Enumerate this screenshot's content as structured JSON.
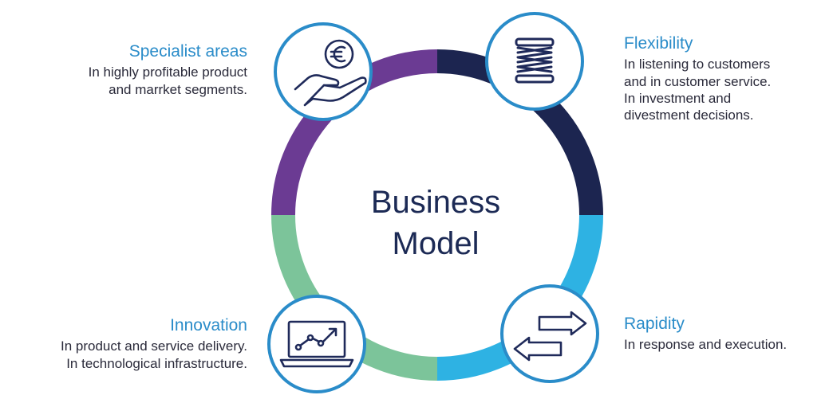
{
  "center": {
    "line1": "Business",
    "line2": "Model"
  },
  "segments": {
    "purple": "#6b3b93",
    "navy": "#1c2550",
    "cyan": "#2eb2e3",
    "green": "#7cc49a"
  },
  "icon_stroke": "#1f2a5a",
  "node_border": "#2a8cc9",
  "specialist": {
    "title": "Specialist areas",
    "lines": [
      "In highly profitable product",
      "and marrket segments."
    ],
    "icon": "hand-euro-icon"
  },
  "flexibility": {
    "title": "Flexibility",
    "lines": [
      "In listening to customers",
      "and in customer service.",
      "In investment and",
      "divestment decisions."
    ],
    "icon": "spring-icon"
  },
  "innovation": {
    "title": "Innovation",
    "lines": [
      "In product and service delivery.",
      "In technological infrastructure."
    ],
    "icon": "laptop-chart-icon"
  },
  "rapidity": {
    "title": "Rapidity",
    "lines": [
      "In response and execution."
    ],
    "icon": "exchange-arrows-icon"
  }
}
